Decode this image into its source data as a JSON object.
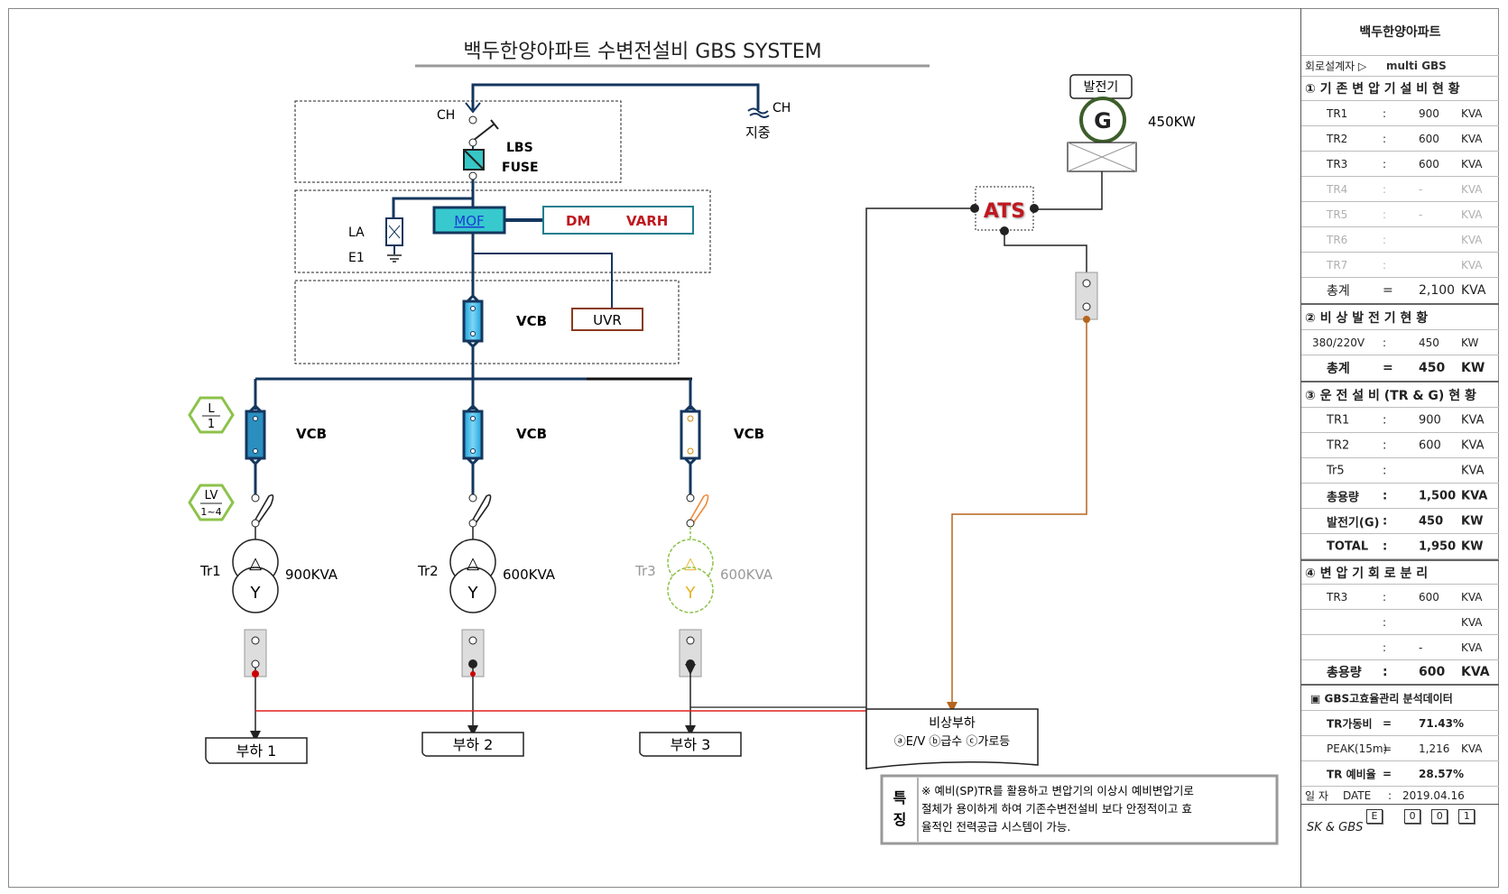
{
  "title": "백두한양아파트 수변전설비 GBS SYSTEM",
  "labels": {
    "ch_in": "CH",
    "ch_ground": "CH",
    "ground_label": "지중",
    "lbs": "LBS",
    "fuse": "FUSE",
    "la": "LA",
    "e1": "E1",
    "mof": "MOF",
    "dm": "DM",
    "varh": "VARH",
    "uvr": "UVR",
    "vcb_main": "VCB",
    "vcb1": "VCB",
    "vcb2": "VCB",
    "vcb3": "VCB",
    "l_top": "L",
    "l_bottom": "1",
    "lv_top": "LV",
    "lv_bottom": "1~4",
    "tr1": "Tr1",
    "tr2": "Tr2",
    "tr3": "Tr3",
    "tr1_kva": "900KVA",
    "tr2_kva": "600KVA",
    "tr3_kva": "600KVA",
    "delta": "△",
    "wye": "Y",
    "load1": "부하 1",
    "load2": "부하 2",
    "load3": "부하 3",
    "generator_tag": "발전기",
    "generator_symbol": "G",
    "generator_kw": "450KW",
    "ats": "ATS",
    "emergency_load": "비상부하",
    "emergency_items": "ⓐE/V ⓑ급수 ⓒ가로등",
    "feature_label_1": "특",
    "feature_label_2": "징",
    "feature_text_1": "※ 예비(SP)TR를 활용하고 변압기의 이상시 예비변압기로",
    "feature_text_2": "절체가 용이하게 하여 기존수변전설비 보다 안정적이고 효",
    "feature_text_3": "율적인 전력공급 시스템이 가능."
  },
  "side": {
    "title": "백두한양아파트",
    "designer_label": "회로설계자 ▷",
    "designer_value": "multi GBS",
    "s1": "① 기 존 변 압 기 설 비 현 황",
    "existing": [
      {
        "name": "TR1",
        "sep": ":",
        "value": "900",
        "unit": "KVA",
        "dim": false
      },
      {
        "name": "TR2",
        "sep": ":",
        "value": "600",
        "unit": "KVA",
        "dim": false
      },
      {
        "name": "TR3",
        "sep": ":",
        "value": "600",
        "unit": "KVA",
        "dim": false
      },
      {
        "name": "TR4",
        "sep": ":",
        "value": "-",
        "unit": "KVA",
        "dim": true
      },
      {
        "name": "TR5",
        "sep": ":",
        "value": "-",
        "unit": "KVA",
        "dim": true
      },
      {
        "name": "TR6",
        "sep": ":",
        "value": "",
        "unit": "KVA",
        "dim": true
      },
      {
        "name": "TR7",
        "sep": ":",
        "value": "",
        "unit": "KVA",
        "dim": true
      }
    ],
    "existing_total": {
      "name": "총계",
      "sep": "=",
      "value": "2,100",
      "unit": "KVA"
    },
    "s2": "② 비 상 발 전 기 현 황",
    "gen": {
      "name": "380/220V",
      "sep": ":",
      "value": "450",
      "unit": "KW"
    },
    "gen_total": {
      "name": "총계",
      "sep": "=",
      "value": "450",
      "unit": "KW"
    },
    "s3": "③ 운 전 설 비 (TR & G) 현 황",
    "operating": [
      {
        "name": "TR1",
        "sep": ":",
        "value": "900",
        "unit": "KVA"
      },
      {
        "name": "TR2",
        "sep": ":",
        "value": "600",
        "unit": "KVA"
      },
      {
        "name": "Tr5",
        "sep": ":",
        "value": "",
        "unit": "KVA"
      },
      {
        "name": "총용량",
        "sep": ":",
        "value": "1,500",
        "unit": "KVA"
      },
      {
        "name": "발전기(G)",
        "sep": ":",
        "value": "450",
        "unit": "KW"
      },
      {
        "name": "TOTAL",
        "sep": ":",
        "value": "1,950",
        "unit": "KW"
      }
    ],
    "s4": "④ 변 압 기 회 로 분 리",
    "separation": [
      {
        "name": "TR3",
        "sep": ":",
        "value": "600",
        "unit": "KVA"
      },
      {
        "name": "",
        "sep": ":",
        "value": "",
        "unit": "KVA"
      },
      {
        "name": "",
        "sep": ":",
        "value": "-",
        "unit": "KVA"
      }
    ],
    "separation_total": {
      "name": "총용량",
      "sep": ":",
      "value": "600",
      "unit": "KVA"
    },
    "s5": "▣ GBS고효율관리 분석데이터",
    "analysis": [
      {
        "name": "TR가동비",
        "sep": "=",
        "value": "71.43%",
        "unit": ""
      },
      {
        "name": "PEAK(15m)",
        "sep": "=",
        "value": "1,216",
        "unit": "KVA"
      },
      {
        "name": "TR 예비율",
        "sep": "=",
        "value": "28.57%",
        "unit": ""
      }
    ],
    "date_label": "일 자",
    "date_key": "DATE",
    "date_sep": ":",
    "date_value": "2019.04.16",
    "footer_brand": "SK & GBS",
    "footer_codes": [
      "E",
      "0",
      "0",
      "1"
    ]
  }
}
